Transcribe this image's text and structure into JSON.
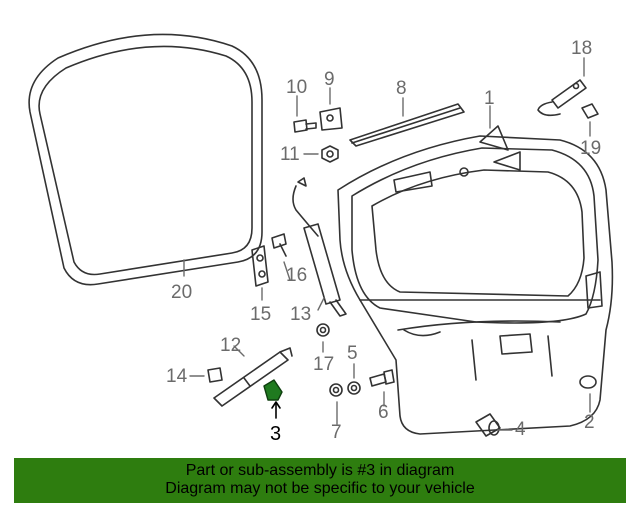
{
  "callouts": {
    "c1": "1",
    "c2": "2",
    "c3": "3",
    "c4": "4",
    "c5": "5",
    "c6": "6",
    "c7": "7",
    "c8": "8",
    "c9": "9",
    "c10": "10",
    "c11": "11",
    "c12": "12",
    "c13": "13",
    "c14": "14",
    "c15": "15",
    "c16": "16",
    "c17": "17",
    "c18": "18",
    "c19": "19",
    "c20": "20"
  },
  "highlighted_part": "3",
  "colors": {
    "banner": "#2e7d0f",
    "highlight": "#1f7a1f",
    "line": "#333333",
    "callout": "#6b6b6b"
  },
  "banner": {
    "line1": "Part or sub-assembly is #3 in diagram",
    "line2": "Diagram may not be specific to your vehicle"
  }
}
